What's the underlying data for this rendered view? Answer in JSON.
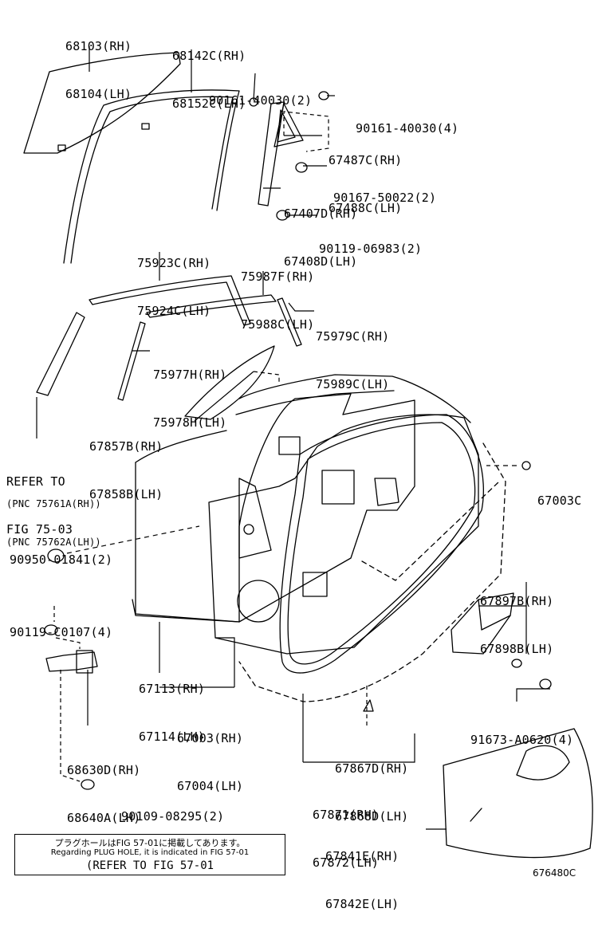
{
  "callouts": {
    "c1": [
      "68103(RH)",
      "68104(LH)"
    ],
    "c2": [
      "68142C(RH)",
      "68152C(LH)"
    ],
    "c3": [
      "90161-40030(2)"
    ],
    "c4": [
      "90161-40030(4)"
    ],
    "c5": [
      "67487C(RH)",
      "67488C(LH)"
    ],
    "c6": [
      "90167-50022(2)"
    ],
    "c7": [
      "67407D(RH)",
      "67408D(LH)"
    ],
    "c8": [
      "90119-06983(2)"
    ],
    "c9": [
      "75923C(RH)",
      "75924C(LH)"
    ],
    "c10": [
      "75987F(RH)",
      "75988C(LH)"
    ],
    "c11": [
      "75979C(RH)",
      "75989C(LH)"
    ],
    "c12": [
      "75977H(RH)",
      "75978H(LH)"
    ],
    "c13": [
      "67857B(RH)",
      "67858B(LH)"
    ],
    "c14": [
      "REFER TO",
      "FIG 75-03"
    ],
    "c15": [
      "(PNC 75761A(RH))",
      "(PNC 75762A(LH))"
    ],
    "c16": [
      "67003C"
    ],
    "c17": [
      "90950-01841(2)"
    ],
    "c18": [
      "67897B(RH)",
      "67898B(LH)"
    ],
    "c19": [
      "90119-C0107(4)"
    ],
    "c20": [
      "67113(RH)",
      "67114(LH)"
    ],
    "c21": [
      "67003(RH)",
      "67004(LH)"
    ],
    "c22": [
      "91673-A0620(4)"
    ],
    "c23": [
      "68630D(RH)",
      "68640A(LH)"
    ],
    "c24": [
      "67867D(RH)",
      "67868D(LH)"
    ],
    "c25": [
      "67871(RH)",
      "67872(LH)"
    ],
    "c26": [
      "90109-08295(2)"
    ],
    "c27": [
      "67841E(RH)",
      "67842E(LH)"
    ]
  },
  "note": {
    "line_jp": "プラグホールはFIG 57-01に掲載してあります。",
    "line_en": "Regarding PLUG HOLE, it is indicated in FIG 57-01",
    "line_ref": "(REFER TO FIG 57-01"
  },
  "figure_number": "676480C"
}
